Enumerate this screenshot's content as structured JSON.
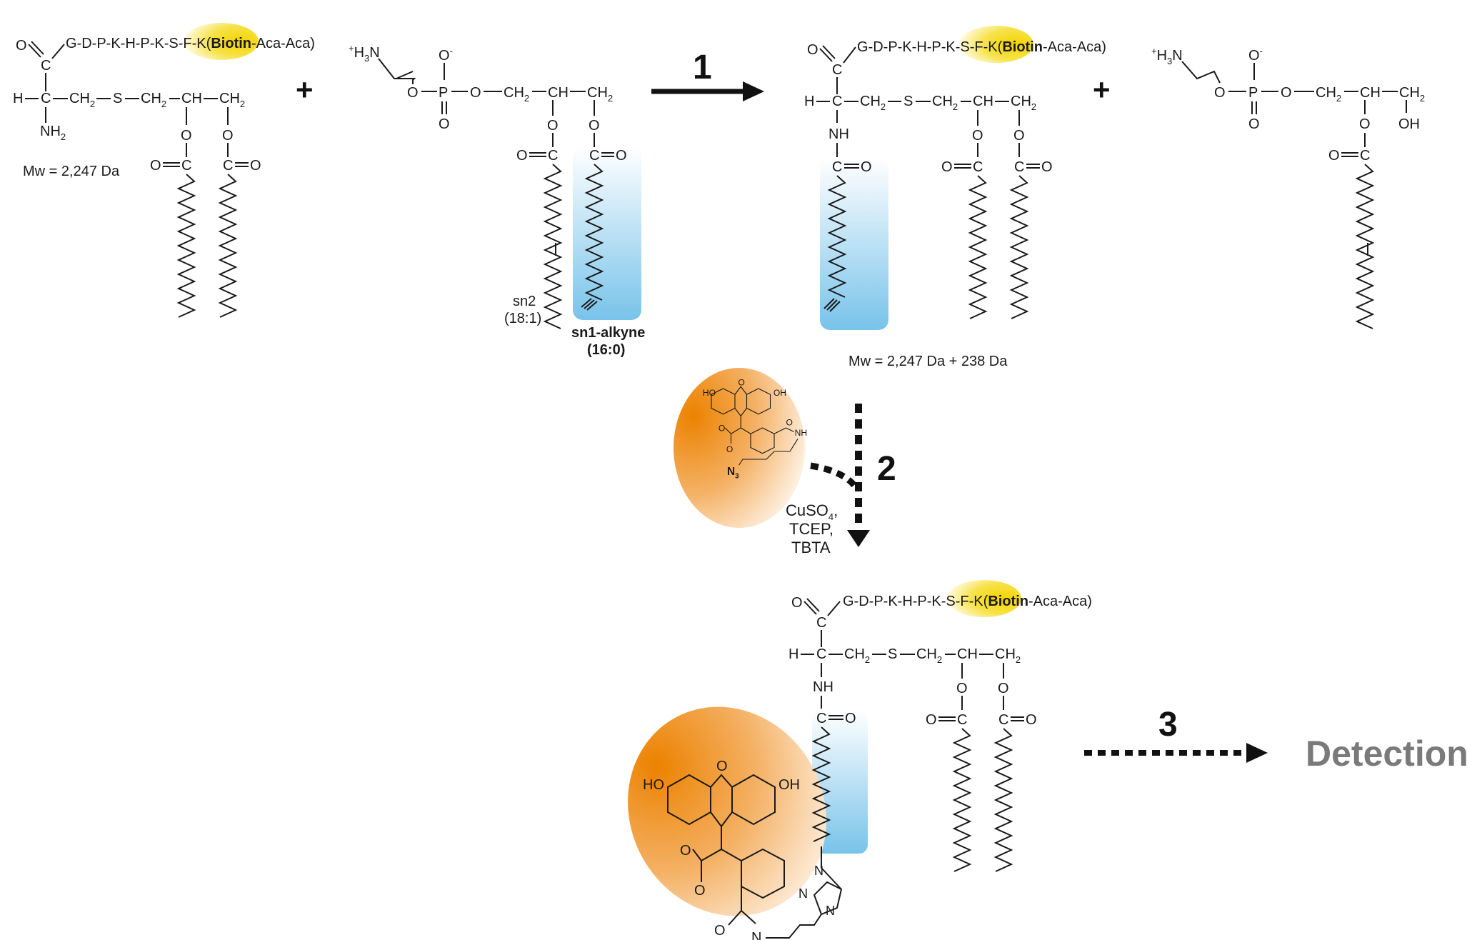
{
  "peptide": {
    "prefix": "G-D-P-K-H-P-K-S-F-K(",
    "biotin": "Biotin",
    "suffix": "-Aca-Aca)"
  },
  "atoms": {
    "O": "O",
    "C": "C",
    "H": "H",
    "S": "S",
    "P": "P",
    "N": "N",
    "NH": "NH",
    "NH2": "NH",
    "CH": "CH",
    "CH2": "CH",
    "OH": "OH",
    "HO": "HO",
    "two": "2",
    "three": "3",
    "four": "4",
    "Ominus": "O",
    "minus": "-",
    "plusSup": "+",
    "H3N": "H",
    "N3": "N"
  },
  "signs": {
    "plus": "+"
  },
  "labels": {
    "mw_start": "Mw = 2,247 Da",
    "mw_product": "Mw = 2,247 Da + 238 Da",
    "sn2": "sn2",
    "sn2_chain": "(18:1)",
    "sn1": "sn1-alkyne",
    "sn1_chain": "(16:0)"
  },
  "steps": {
    "one": "1",
    "two": "2",
    "three": "3"
  },
  "reagents": {
    "cuso4": "CuSO",
    "cuso4_sub": "4",
    "cuso4_comma": ",",
    "tcep": "TCEP,",
    "tbta": "TBTA"
  },
  "detection": "Detection",
  "colors": {
    "biotin_yellow": "#f3d400",
    "alkyne_blue": "#7cc6ec",
    "dye_orange": "#ee8a10",
    "ink": "#1a1a1a",
    "detection_gray": "#7a7a7a"
  }
}
